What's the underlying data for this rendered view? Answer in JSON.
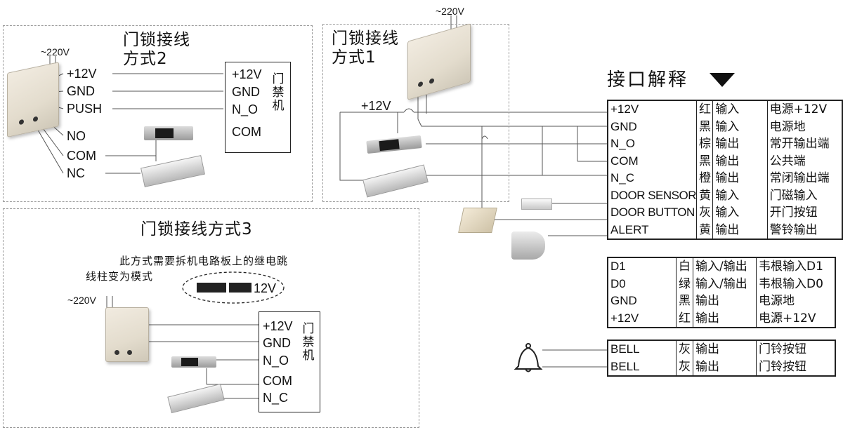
{
  "mode2": {
    "title_line1": "门锁接线",
    "title_line2": "方式2",
    "voltage": "~220V",
    "psu_terms": [
      "+12V",
      "GND",
      "PUSH"
    ],
    "lock_terms": [
      "NO",
      "COM",
      "NC"
    ],
    "ctrl_terms": [
      "+12V",
      "GND",
      "N_O",
      "COM"
    ],
    "ctrl_label": "门禁机"
  },
  "mode1": {
    "title_line1": "门锁接线",
    "title_line2": "方式1",
    "voltage": "~220V",
    "wire_label": "+12V"
  },
  "mode3": {
    "title": "门锁接线方式3",
    "note_line1": "此方式需要拆机电路板上的继电跳",
    "note_line2": "线柱变为模式",
    "jumper_label": "12V",
    "voltage": "~220V",
    "ctrl_terms": [
      "+12V",
      "GND",
      "N_O",
      "COM",
      "N_C"
    ],
    "ctrl_label": "门禁机"
  },
  "interface": {
    "title": "接口解释",
    "group1": [
      {
        "name": "+12V",
        "color": "红",
        "dir": "输入",
        "desc": "电源+12V"
      },
      {
        "name": "GND",
        "color": "黑",
        "dir": "输入",
        "desc": "电源地"
      },
      {
        "name": "N_O",
        "color": "棕",
        "dir": "输出",
        "desc": "常开输出端"
      },
      {
        "name": "COM",
        "color": "黑",
        "dir": "输出",
        "desc": "公共端"
      },
      {
        "name": "N_C",
        "color": "橙",
        "dir": "输出",
        "desc": "常闭输出端"
      },
      {
        "name": "DOOR SENSOR",
        "color": "黄",
        "dir": "输入",
        "desc": "门磁输入"
      },
      {
        "name": "DOOR BUTTON",
        "color": "灰",
        "dir": "输入",
        "desc": "开门按钮"
      },
      {
        "name": "ALERT",
        "color": "黄",
        "dir": "输出",
        "desc": "警铃输出"
      }
    ],
    "group2": [
      {
        "name": "D1",
        "color": "白",
        "dir": "输入/输出",
        "desc": "韦根输入D1"
      },
      {
        "name": "D0",
        "color": "绿",
        "dir": "输入/输出",
        "desc": "韦根输入D0"
      },
      {
        "name": "GND",
        "color": "黑",
        "dir": "输出",
        "desc": "电源地"
      },
      {
        "name": "+12V",
        "color": "红",
        "dir": "输出",
        "desc": "电源+12V"
      }
    ],
    "group3": [
      {
        "name": "BELL",
        "color": "灰",
        "dir": "输出",
        "desc": "门铃按钮"
      },
      {
        "name": "BELL",
        "color": "灰",
        "dir": "输出",
        "desc": "门铃按钮"
      }
    ]
  },
  "colors": {
    "line": "#222222",
    "dash": "#9a9a9a",
    "psu": "#e6dfd0"
  }
}
